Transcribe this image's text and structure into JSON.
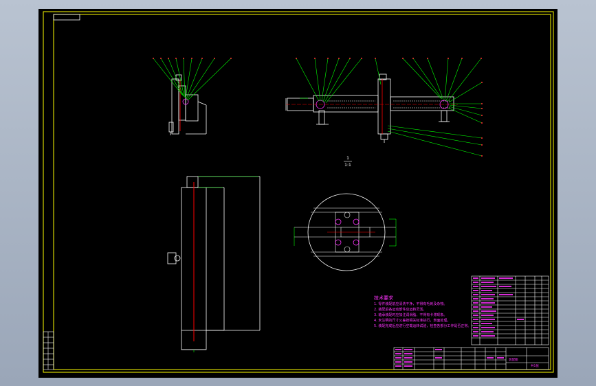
{
  "app": {
    "canvas_color": "#000000",
    "frame_color": "#ffff00",
    "leader_color": "#00ff00",
    "hidden_line_color": "#ff0000",
    "text_color": "#ff33ff"
  },
  "views": {
    "section_label": "1",
    "section_scale": "1:1"
  },
  "notes": {
    "title": "技术要求",
    "lines": [
      "1. 零件装配前应清洗干净，不得有毛刺及杂物。",
      "2. 装配后各运动部件应运转灵活。",
      "3. 轴承装配时应加注润滑脂，不得有卡滞现象。",
      "4. 未注明的尺寸公差按相关标准执行，表面处理。",
      "5. 装配完成后应进行空载运转试验，检查各部分工作是否正常。"
    ]
  },
  "title_block": {
    "drawing_label": "装配图",
    "sheet_label": "共1张"
  }
}
